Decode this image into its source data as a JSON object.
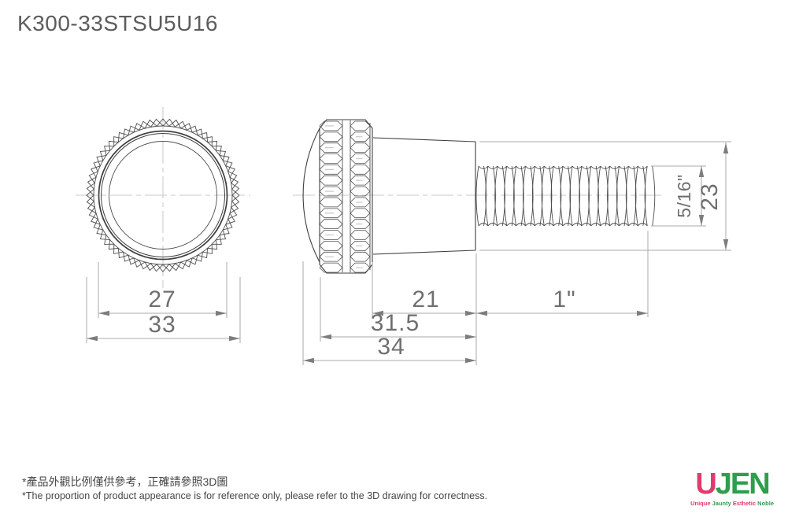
{
  "title": "K300-33STSU5U16",
  "dimensions": {
    "front_inner_dia": "27",
    "front_outer_dia": "33",
    "boss_length": "21",
    "head_plus_boss_length": "31.5",
    "overall_head_length": "34",
    "thread_length": "1\"",
    "thread_diameter": "5/16\"",
    "boss_diameter": "23"
  },
  "footnotes": {
    "zh": "*產品外觀比例僅供參考，正確請參照3D圖",
    "en": "*The proportion of product appearance is for reference only, please refer to the 3D drawing for correctness."
  },
  "logo": {
    "mark_u": "U",
    "mark_jen": "JEN",
    "tagline": [
      "Unique",
      "Jaunty",
      "Esthetic",
      "Noble"
    ],
    "colors": {
      "pink": "#e23a6b",
      "green": "#2f9e4c"
    }
  }
}
